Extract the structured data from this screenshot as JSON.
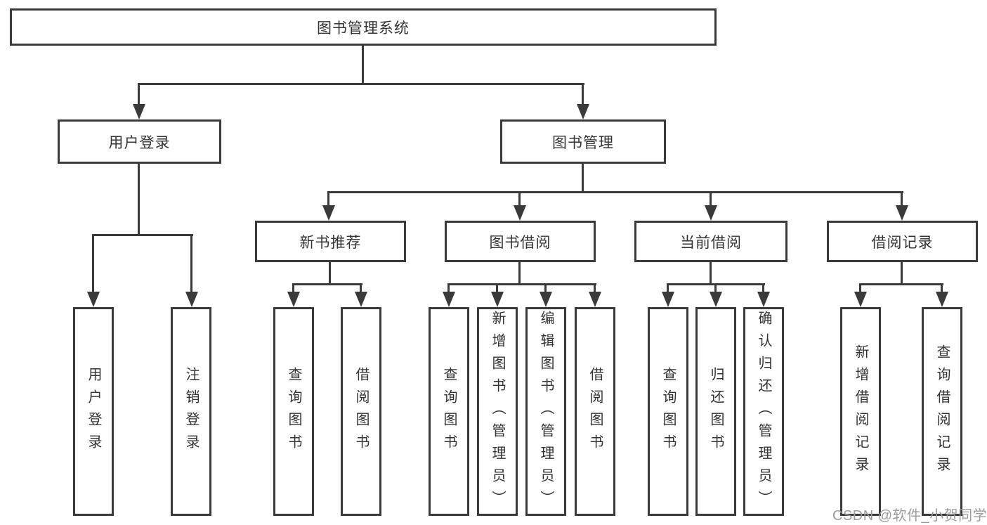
{
  "page": {
    "background_color": "#ffffff",
    "line_color": "#3a3a3a",
    "text_color": "#333333",
    "watermark_color": "#9c9c9c"
  },
  "watermark": "CSDN @软件_小贺同学",
  "nodes": {
    "root": "图书管理系统",
    "user_login": "用户登录",
    "book_mgmt": "图书管理",
    "new_book_rec": "新书推荐",
    "book_borrow": "图书借阅",
    "current_borrow": "当前借阅",
    "borrow_record": "借阅记录",
    "leaf_user_login": "用户登录",
    "leaf_logout": "注销登录",
    "leaf_rec_query": "查询图书",
    "leaf_rec_borrow": "借阅图书",
    "leaf_bb_query": "查询图书",
    "leaf_bb_add": "新增图书（管理员）",
    "leaf_bb_edit": "编辑图书（管理员）",
    "leaf_bb_borrow": "借阅图书",
    "leaf_cb_query": "查询图书",
    "leaf_cb_return": "归还图书",
    "leaf_cb_confirm": "确认归还（管理员）",
    "leaf_br_add": "新增借阅记录",
    "leaf_br_query": "查询借阅记录"
  },
  "hierarchy": {
    "root": [
      "user_login",
      "book_mgmt"
    ],
    "user_login": [
      "leaf_user_login",
      "leaf_logout"
    ],
    "book_mgmt": [
      "new_book_rec",
      "book_borrow",
      "current_borrow",
      "borrow_record"
    ],
    "new_book_rec": [
      "leaf_rec_query",
      "leaf_rec_borrow"
    ],
    "book_borrow": [
      "leaf_bb_query",
      "leaf_bb_add",
      "leaf_bb_edit",
      "leaf_bb_borrow"
    ],
    "current_borrow": [
      "leaf_cb_query",
      "leaf_cb_return",
      "leaf_cb_confirm"
    ],
    "borrow_record": [
      "leaf_br_add",
      "leaf_br_query"
    ]
  }
}
